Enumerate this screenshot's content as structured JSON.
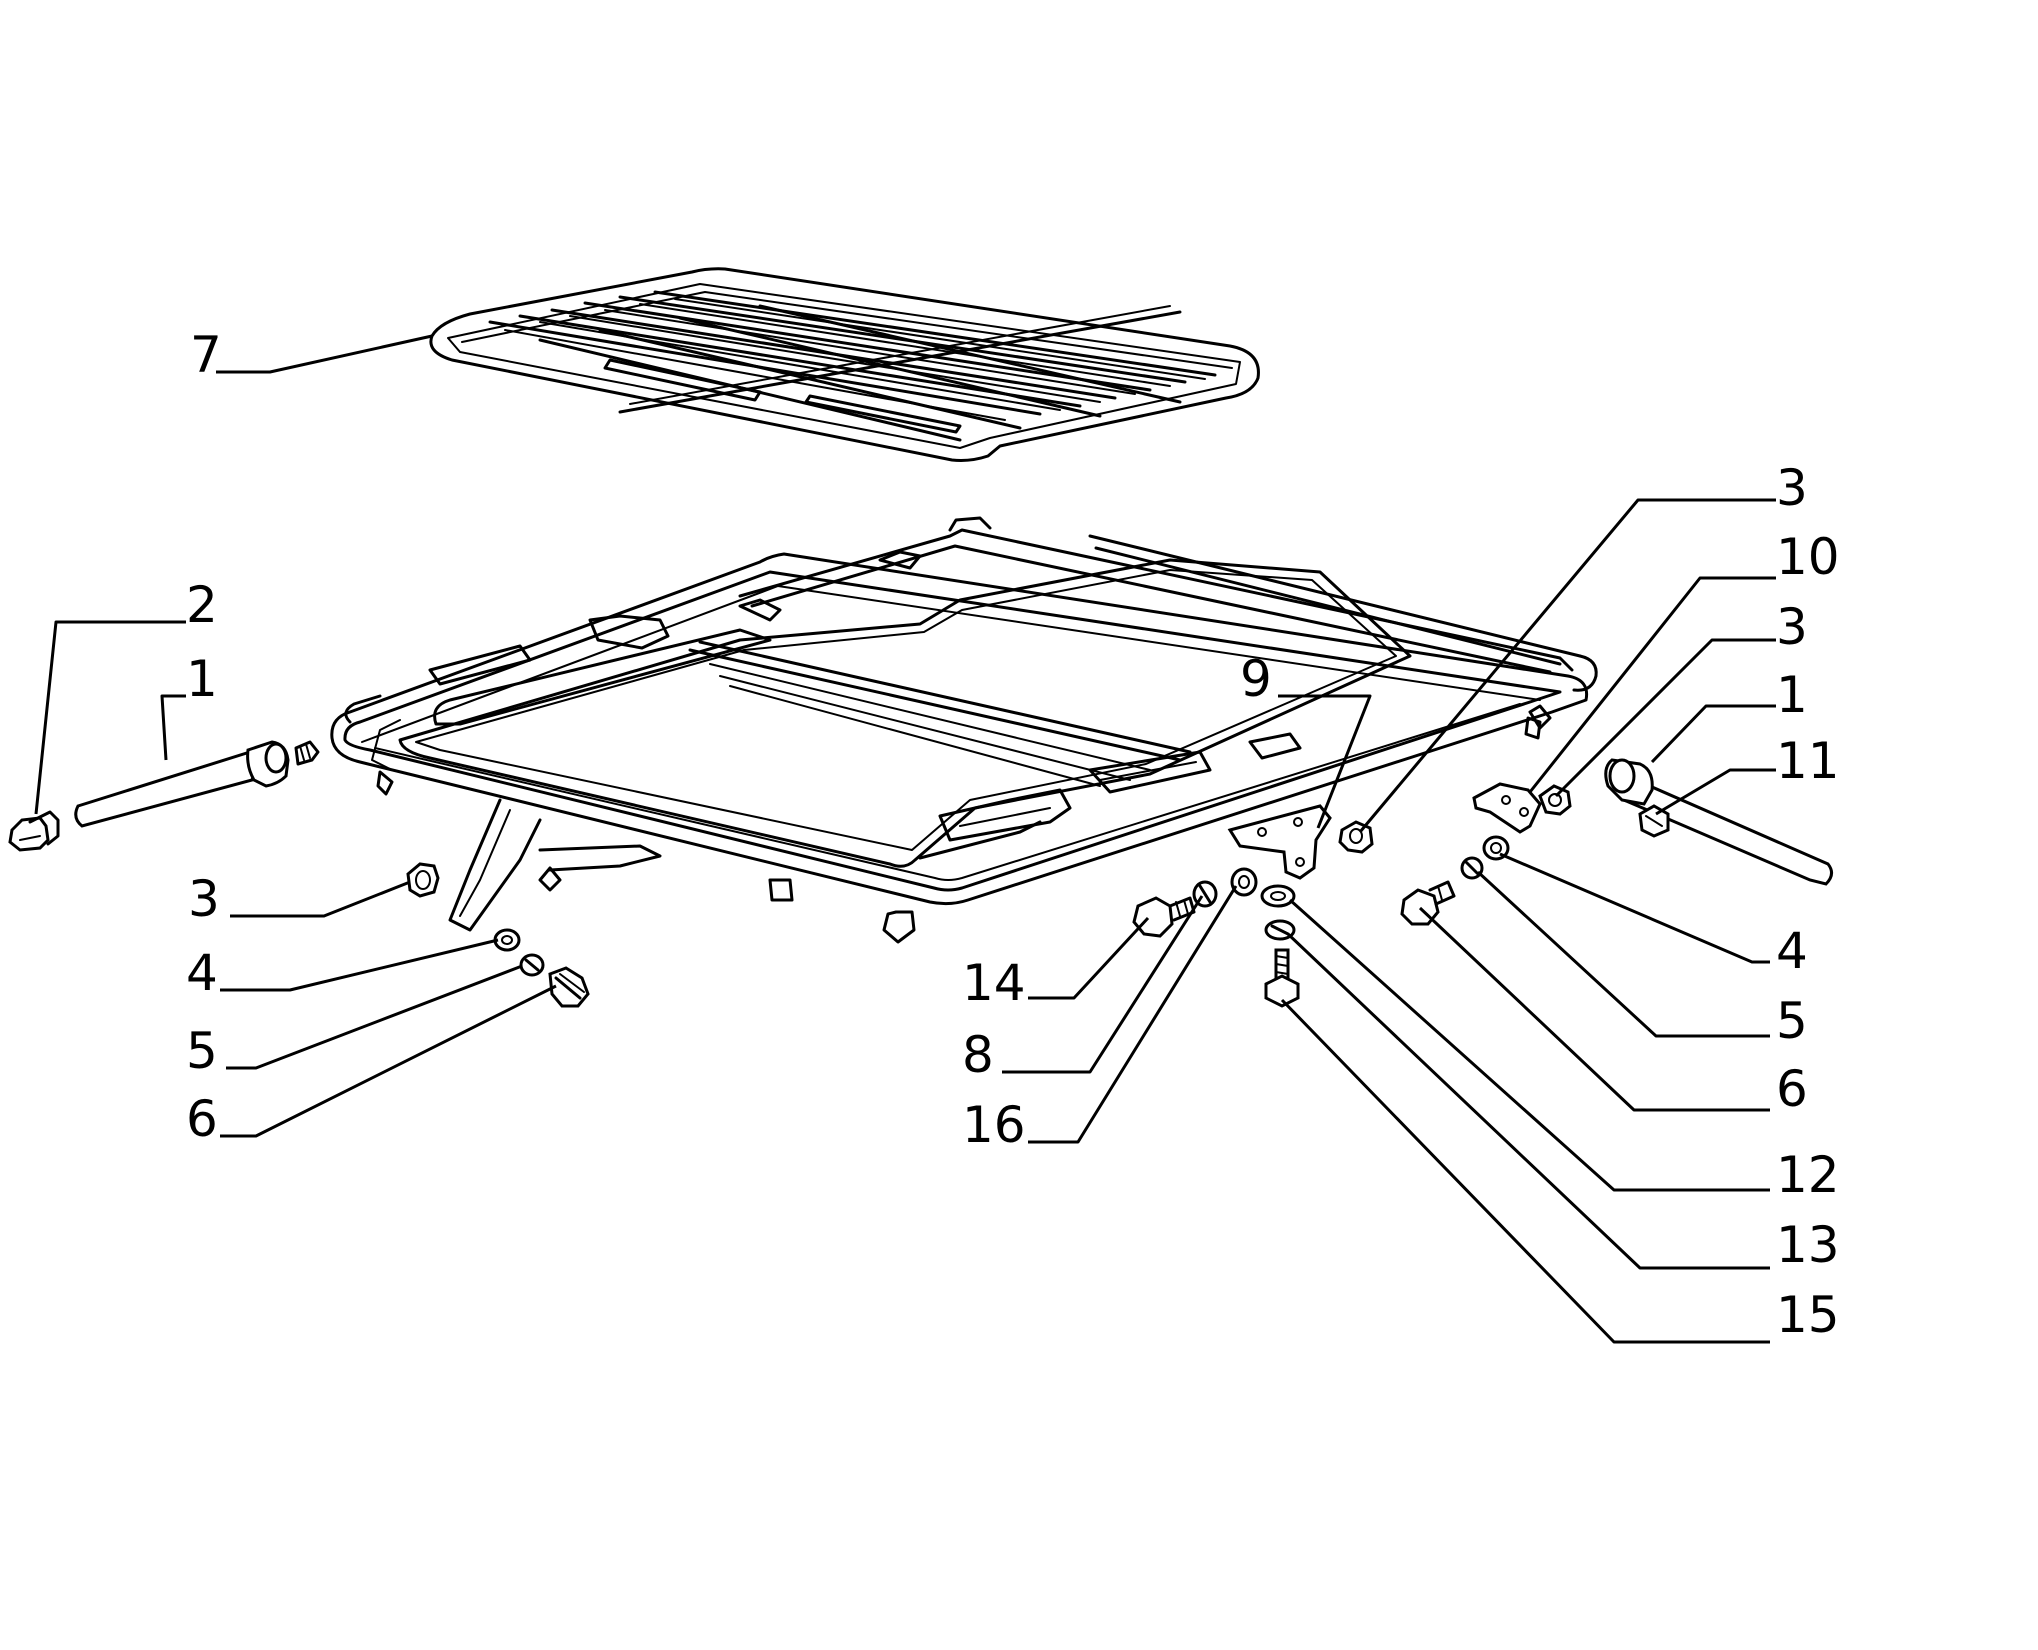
{
  "diagram": {
    "kind": "exploded parts diagram",
    "line_color": "#000000",
    "background_color": "#ffffff"
  },
  "callouts": [
    {
      "id": "c1",
      "label": "2"
    },
    {
      "id": "c2",
      "label": "1"
    },
    {
      "id": "c3",
      "label": "7"
    },
    {
      "id": "c4",
      "label": "3"
    },
    {
      "id": "c5",
      "label": "4"
    },
    {
      "id": "c6",
      "label": "5"
    },
    {
      "id": "c7",
      "label": "6"
    },
    {
      "id": "c8",
      "label": "9"
    },
    {
      "id": "c9",
      "label": "14"
    },
    {
      "id": "c10",
      "label": "8"
    },
    {
      "id": "c11",
      "label": "16"
    },
    {
      "id": "c12",
      "label": "3"
    },
    {
      "id": "c13",
      "label": "10"
    },
    {
      "id": "c14",
      "label": "3"
    },
    {
      "id": "c15",
      "label": "1"
    },
    {
      "id": "c16",
      "label": "11"
    },
    {
      "id": "c17",
      "label": "4"
    },
    {
      "id": "c18",
      "label": "5"
    },
    {
      "id": "c19",
      "label": "6"
    },
    {
      "id": "c20",
      "label": "12"
    },
    {
      "id": "c21",
      "label": "13"
    },
    {
      "id": "c22",
      "label": "15"
    }
  ]
}
